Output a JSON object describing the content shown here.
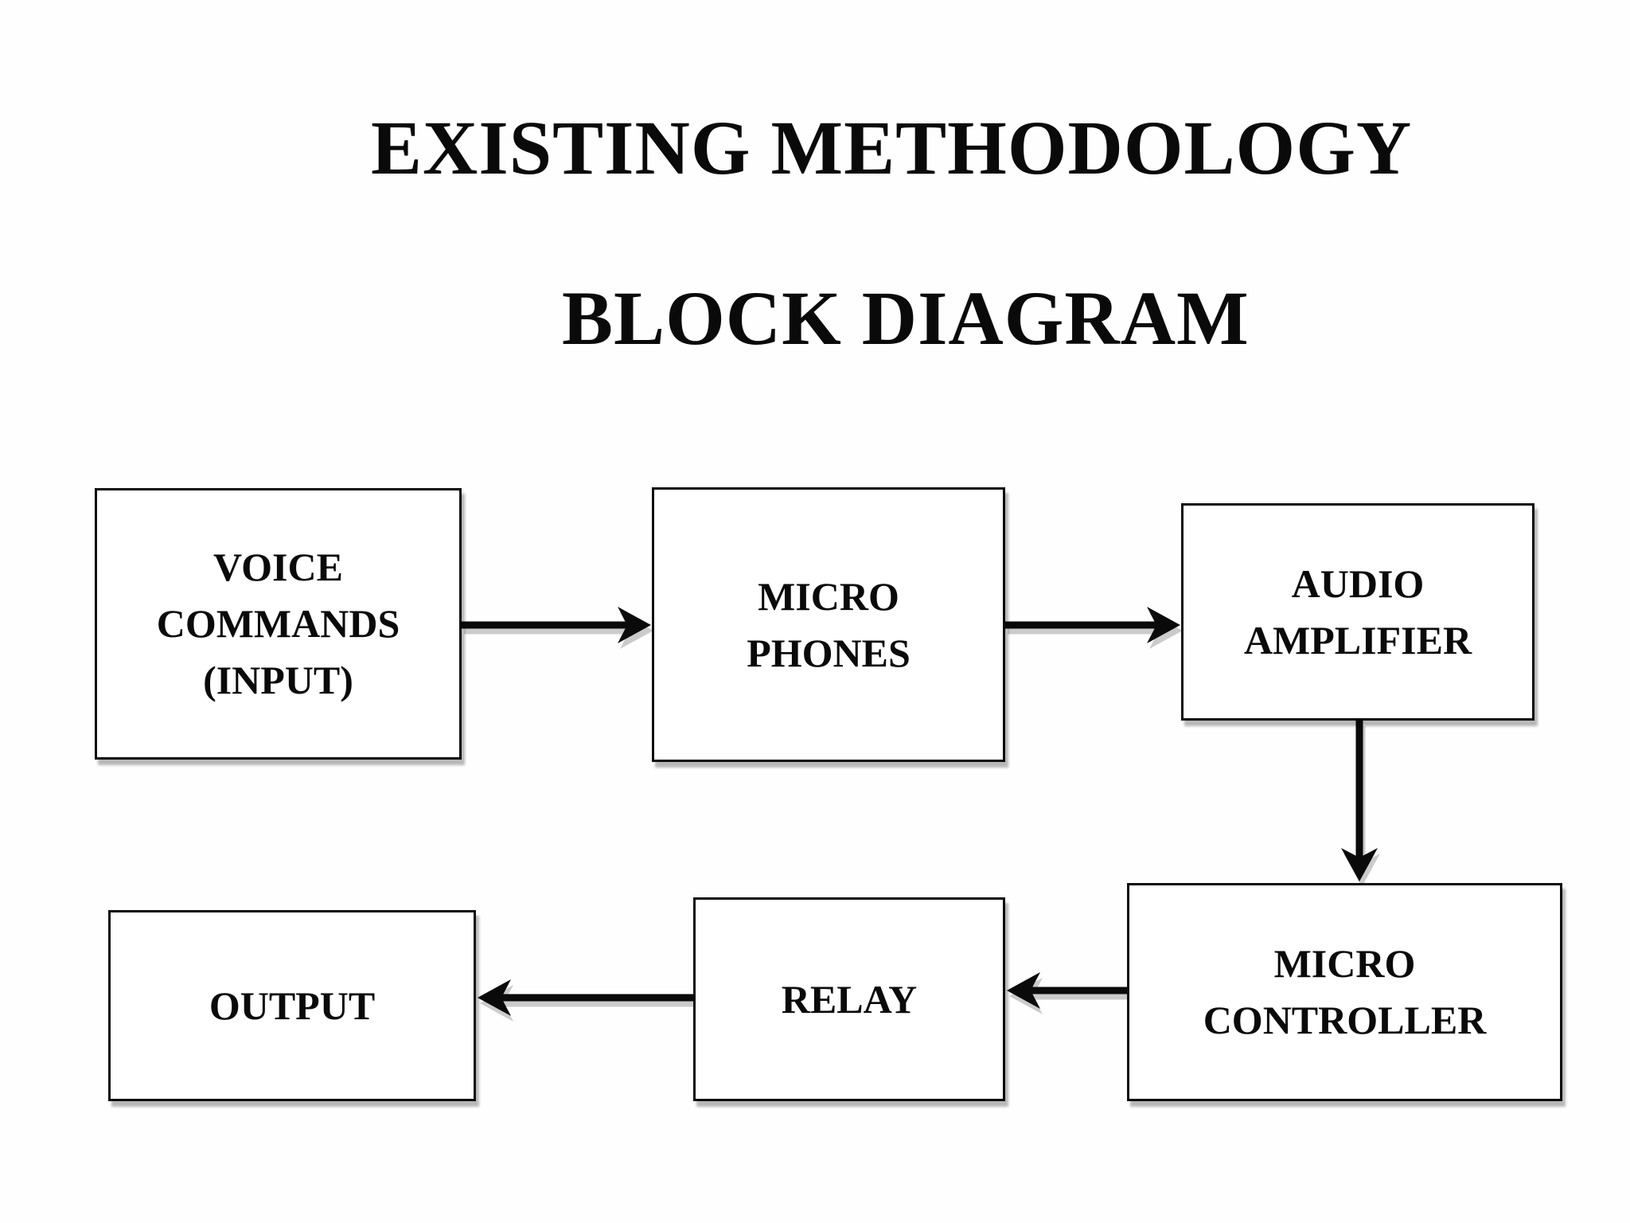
{
  "page": {
    "title_line1": "EXISTING METHODOLOGY",
    "title_line2": "BLOCK DIAGRAM"
  },
  "diagram": {
    "type": "block-diagram",
    "nodes": [
      {
        "id": "voice-commands",
        "label": "VOICE\nCOMMANDS\n(INPUT)"
      },
      {
        "id": "micro-phones",
        "label": "MICRO\nPHONES"
      },
      {
        "id": "audio-amplifier",
        "label": "AUDIO\nAMPLIFIER"
      },
      {
        "id": "micro-controller",
        "label": "MICRO\nCONTROLLER"
      },
      {
        "id": "relay",
        "label": "RELAY"
      },
      {
        "id": "output",
        "label": "OUTPUT"
      }
    ],
    "connections": [
      {
        "from": "voice-commands",
        "to": "micro-phones",
        "direction": "right"
      },
      {
        "from": "micro-phones",
        "to": "audio-amplifier",
        "direction": "right"
      },
      {
        "from": "audio-amplifier",
        "to": "micro-controller",
        "direction": "down"
      },
      {
        "from": "micro-controller",
        "to": "relay",
        "direction": "left"
      },
      {
        "from": "relay",
        "to": "output",
        "direction": "left"
      }
    ],
    "colors": {
      "background": "#fefefe",
      "box_fill": "#ffffff",
      "box_border": "#0c0c0c",
      "text": "#0a0a0a",
      "arrow": "#0a0a0a",
      "shadow_gray": "#9a9a9a"
    }
  }
}
